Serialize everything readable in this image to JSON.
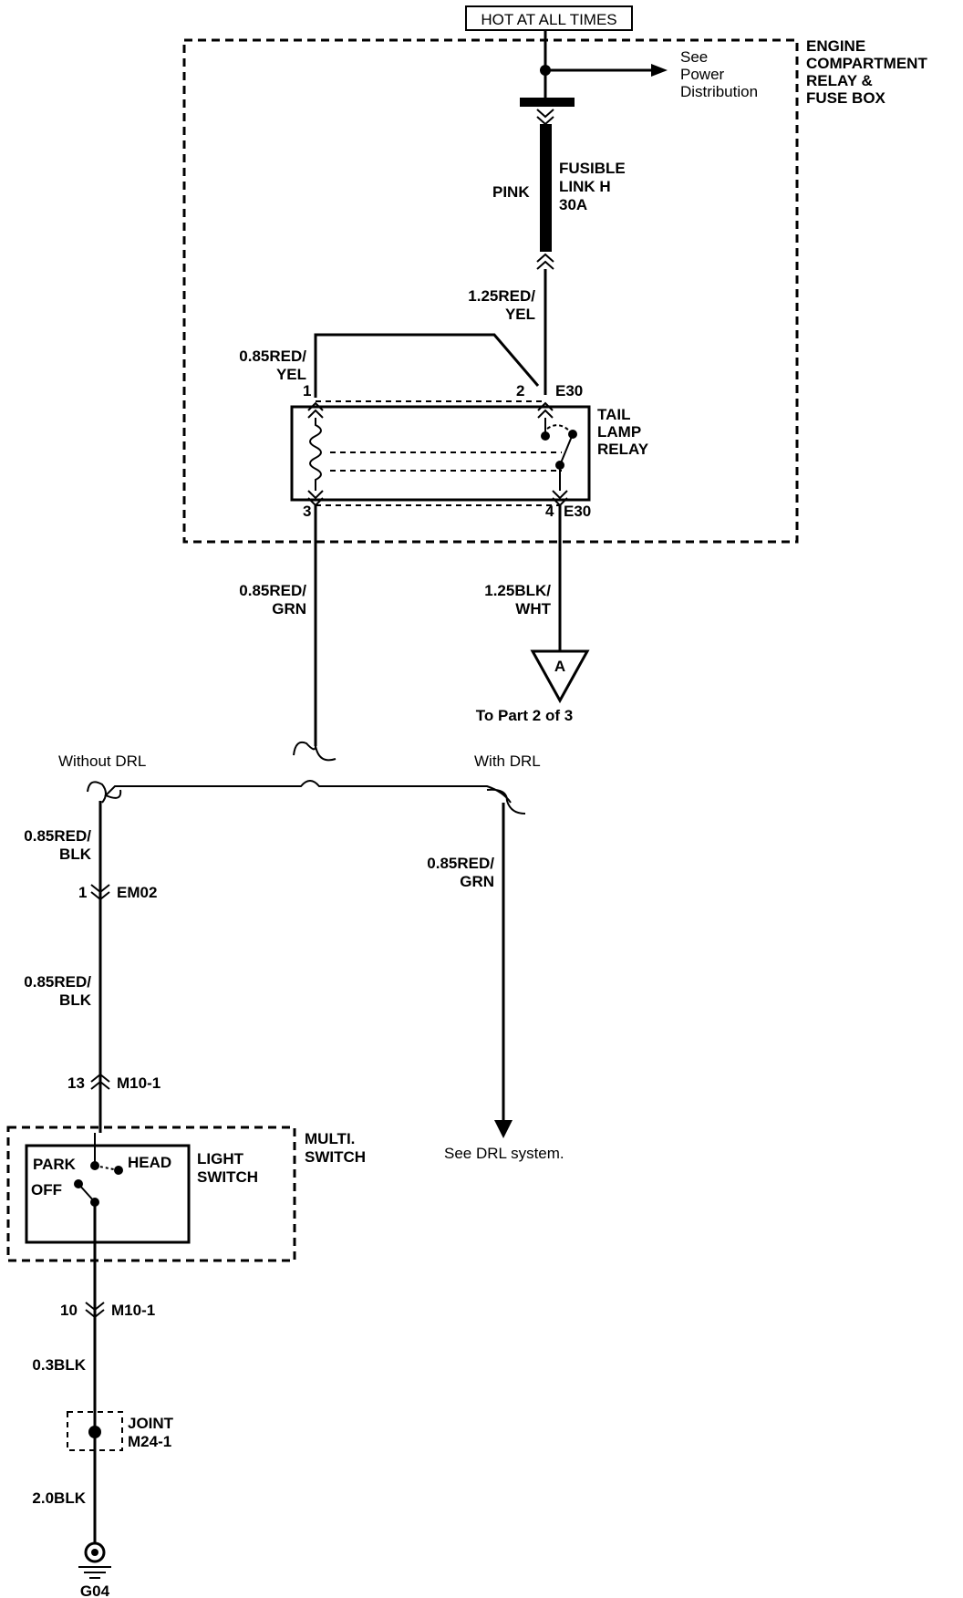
{
  "power": {
    "hot_at_all_times": "HOT AT ALL TIMES"
  },
  "fuse_box": {
    "title_l1": "ENGINE",
    "title_l2": "COMPARTMENT",
    "title_l3": "RELAY &",
    "title_l4": "FUSE BOX",
    "see_l1": "See",
    "see_l2": "Power",
    "see_l3": "Distribution",
    "fuse_color": "PINK",
    "fuse_name_l1": "FUSIBLE",
    "fuse_name_l2": "LINK H",
    "fuse_rating": "30A"
  },
  "relay": {
    "name_l1": "TAIL",
    "name_l2": "LAMP",
    "name_l3": "RELAY",
    "pin1": "1",
    "pin2": "2",
    "pin3": "3",
    "pin4": "4",
    "connector_top": "E30",
    "connector_bottom": "E30"
  },
  "wires": {
    "fuse_to_relay_l1": "1.25RED/",
    "fuse_to_relay_l2": "YEL",
    "coil_feed_l1": "0.85RED/",
    "coil_feed_l2": "YEL",
    "relay_out_l1": "0.85RED/",
    "relay_out_l2": "GRN",
    "load_out_l1": "1.25BLK/",
    "load_out_l2": "WHT",
    "without_drl_1_l1": "0.85RED/",
    "without_drl_1_l2": "BLK",
    "without_drl_2_l1": "0.85RED/",
    "without_drl_2_l2": "BLK",
    "with_drl_l1": "0.85RED/",
    "with_drl_l2": "GRN",
    "switch_out": "0.3BLK",
    "ground_wire": "2.0BLK"
  },
  "offpage": {
    "letter": "A",
    "label": "To Part 2 of 3"
  },
  "variants": {
    "without_drl": "Without DRL",
    "with_drl": "With DRL",
    "see_drl": "See DRL system."
  },
  "connectors": {
    "em02_pin": "1",
    "em02": "EM02",
    "m10_pin_a": "13",
    "m10_a": "M10-1",
    "m10_pin_b": "10",
    "m10_b": "M10-1"
  },
  "multi_switch": {
    "title_l1": "MULTI.",
    "title_l2": "SWITCH",
    "light_switch_l1": "LIGHT",
    "light_switch_l2": "SWITCH",
    "park": "PARK",
    "head": "HEAD",
    "off": "OFF"
  },
  "joint": {
    "label_l1": "JOINT",
    "label_l2": "M24-1"
  },
  "ground": {
    "label": "G04"
  }
}
